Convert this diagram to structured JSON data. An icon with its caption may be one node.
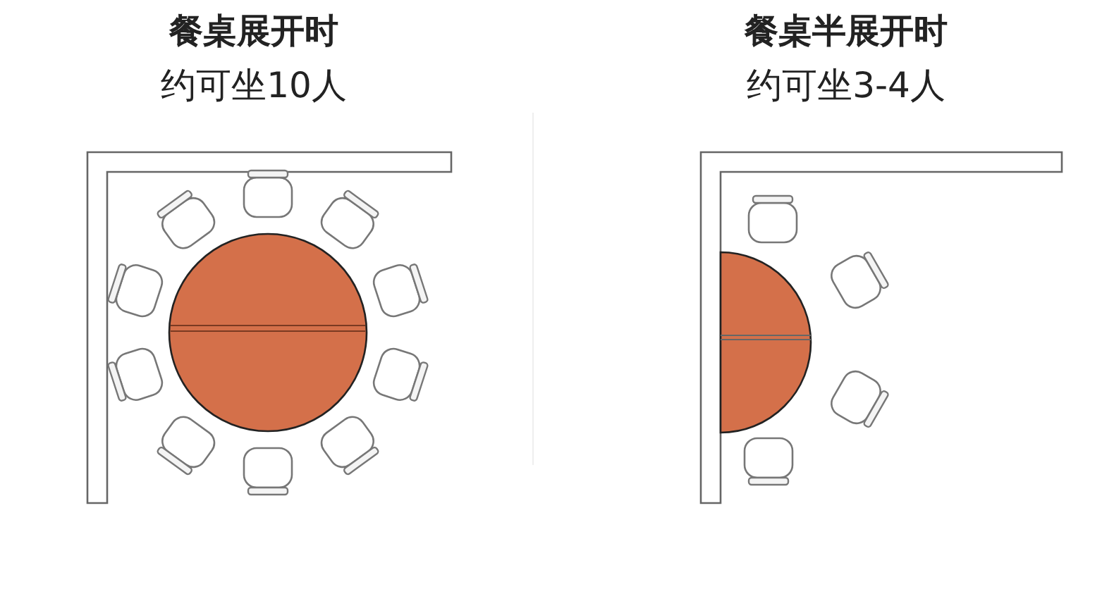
{
  "diagram": {
    "labels": [
      "餐桌展开时",
      "约可坐10人",
      "餐桌半展开时",
      "约可坐3-4人"
    ]
  }
}
